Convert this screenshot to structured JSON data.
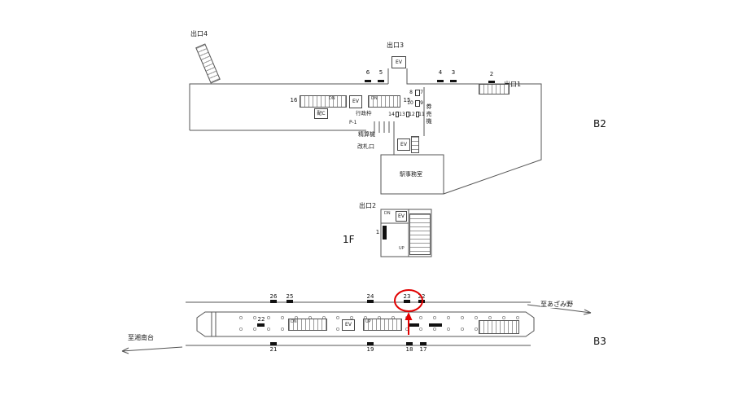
{
  "floors": {
    "b2": "B2",
    "f1": "1F",
    "b3": "B3"
  },
  "exits": {
    "e1": "出口1",
    "e2": "出口2",
    "e3": "出口3",
    "e4": "出口4"
  },
  "labels": {
    "ev": "EV",
    "dn": "DN",
    "up": "UP",
    "hai_c": "配C",
    "gyoseiwaku": "行政枠",
    "p1": "P-1",
    "seisanki": "精算機",
    "kaisatsuguchi": "改札口",
    "kenbaiki": "券売機",
    "eki_jimushitsu": "駅事務室",
    "to_azamino": "至あざみ野",
    "to_shonandai": "至湘南台"
  },
  "positions": {
    "b2_top": [
      "6",
      "5",
      "4",
      "3",
      "2"
    ],
    "b2_left_stair": "16",
    "b2_right_stair": "15",
    "b2_row_a": [
      "8",
      "7"
    ],
    "b2_row_b": [
      "10",
      "9"
    ],
    "b2_row_c": [
      "14",
      "13",
      "12",
      "11"
    ],
    "f1_pos": "1",
    "b3_top": [
      "26",
      "25",
      "24",
      "23",
      "22"
    ],
    "b3_inner": "22",
    "b3_bottom": [
      "21",
      "19",
      "18",
      "17"
    ]
  },
  "annotation": {
    "circled_position": "23"
  }
}
